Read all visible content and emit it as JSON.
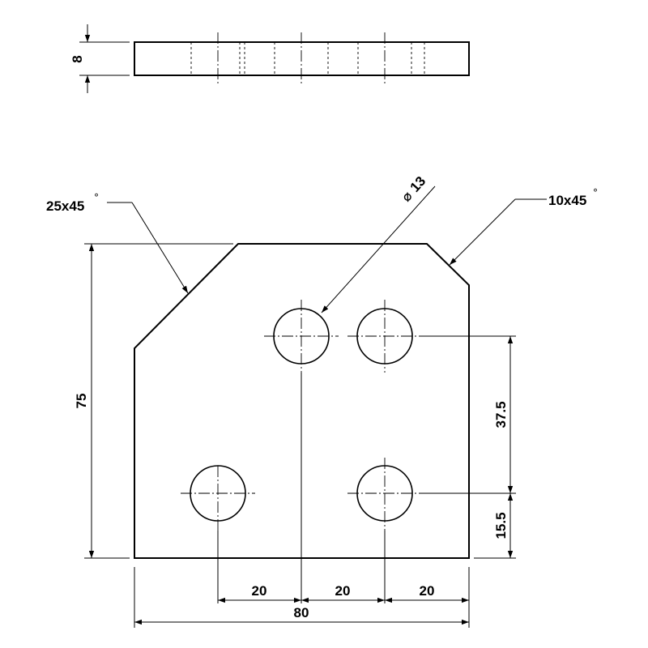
{
  "drawing": {
    "side_view": {
      "thickness_label": "8"
    },
    "callouts": {
      "chamfer_large": {
        "label": "25x45",
        "degree_symbol": "°"
      },
      "chamfer_small": {
        "label": "10x45",
        "degree_symbol": "°"
      },
      "hole_diameter": {
        "symbol": "⌀",
        "value": "13"
      }
    },
    "dimensions": {
      "height": "75",
      "hole_spacing_vertical": "37.5",
      "hole_offset_bottom": "15.5",
      "hole_spacing_1": "20",
      "hole_spacing_2": "20",
      "hole_spacing_3": "20",
      "overall_width": "80"
    }
  }
}
